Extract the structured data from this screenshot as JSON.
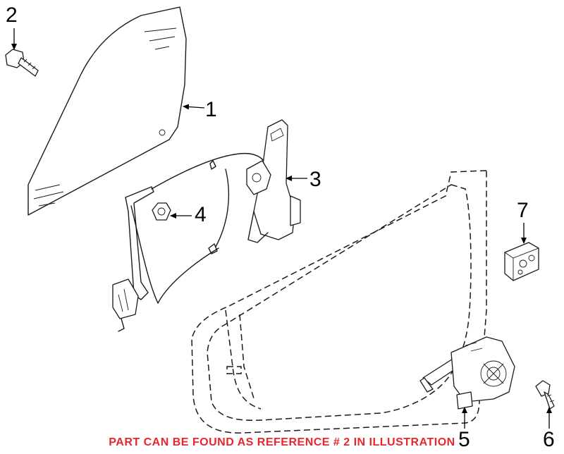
{
  "diagram": {
    "callouts": [
      {
        "id": "c1",
        "label": "1"
      },
      {
        "id": "c2",
        "label": "2"
      },
      {
        "id": "c3",
        "label": "3"
      },
      {
        "id": "c4",
        "label": "4"
      },
      {
        "id": "c5",
        "label": "5"
      },
      {
        "id": "c6",
        "label": "6"
      },
      {
        "id": "c7",
        "label": "7"
      }
    ],
    "parts": [
      "window-glass",
      "glass-bolt",
      "window-regulator",
      "regulator-nut",
      "regulator-motor",
      "motor-screw",
      "window-switch",
      "door-shell-outline"
    ]
  },
  "footer": {
    "text": "PART CAN BE FOUND AS REFERENCE # 2 IN ILLUSTRATION",
    "color": "#e8262b"
  }
}
